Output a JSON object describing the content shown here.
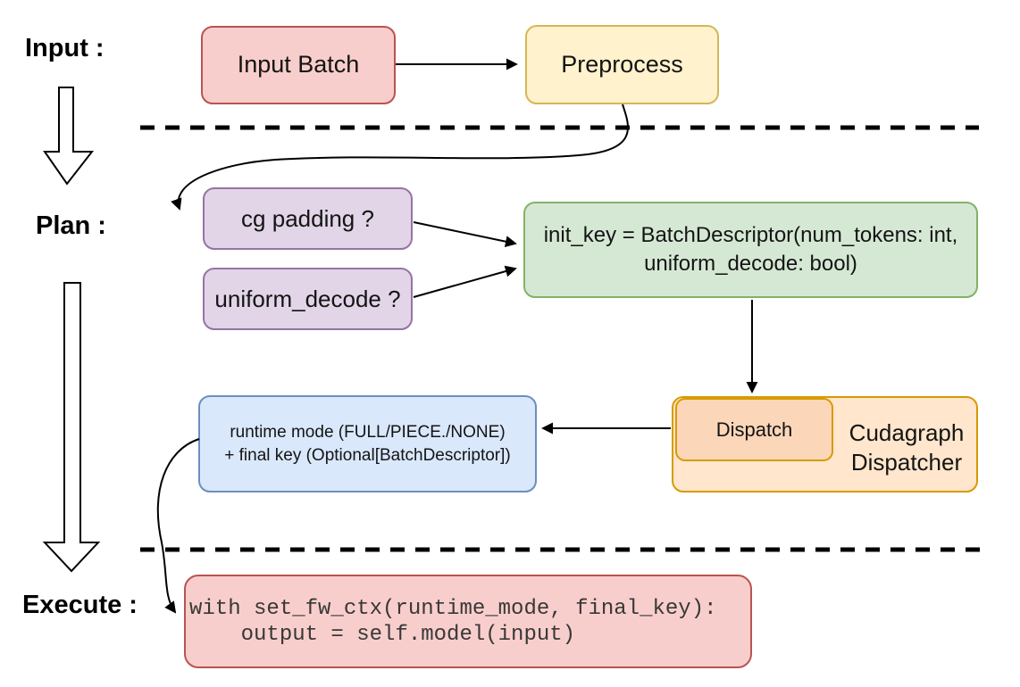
{
  "stages": {
    "input_label": "Input :",
    "plan_label": "Plan :",
    "execute_label": "Execute :"
  },
  "nodes": {
    "input_batch": "Input Batch",
    "preprocess": "Preprocess",
    "cg_padding": "cg padding ?",
    "uniform_decode": "uniform_decode ?",
    "init_key_line1": "init_key = BatchDescriptor(num_tokens: int,",
    "init_key_line2": "uniform_decode: bool)",
    "dispatch": "Dispatch",
    "dispatcher_line1": "Cudagraph",
    "dispatcher_line2": "Dispatcher",
    "runtime_line1": "runtime mode (FULL/PIECE./NONE)",
    "runtime_line2": "+ final key (Optional[BatchDescriptor])",
    "code_line1": "with set_fw_ctx(runtime_mode, final_key):",
    "code_line2": "    output = self.model(input)"
  },
  "edges": [
    "input_batch -> preprocess",
    "preprocess -> cg_padding",
    "cg_padding -> init_key",
    "uniform_decode -> init_key",
    "init_key -> dispatch",
    "dispatch -> runtime_mode",
    "runtime_mode -> execute_code",
    "input -> plan (stage arrow)",
    "plan -> execute (stage arrow)"
  ],
  "colors": {
    "pink_fill": "#f8cecc",
    "pink_stroke": "#b85450",
    "yellow_fill": "#fff2cc",
    "yellow_stroke": "#d6b656",
    "purple_fill": "#e1d5e7",
    "purple_stroke": "#9673a6",
    "green_fill": "#d5e8d4",
    "green_stroke": "#82b366",
    "blue_fill": "#dae8fc",
    "blue_stroke": "#6c8ebf",
    "orange_fill": "#ffe6cc",
    "orange_stroke": "#d79b00",
    "peach_fill": "#fbd6b8",
    "line_color": "#000000"
  }
}
